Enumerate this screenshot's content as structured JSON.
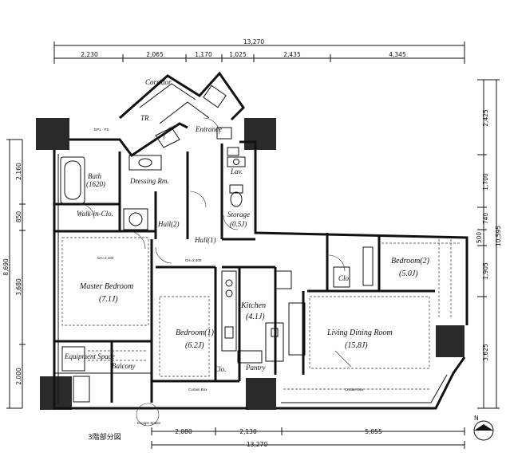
{
  "floor_caption": "3階部分図",
  "dimensions": {
    "top_total": "13,270",
    "top_segments": [
      "2,230",
      "2,065",
      "1,170",
      "1,025",
      "2,435",
      "4,345"
    ],
    "bottom_total": "13,270",
    "bottom_segments": [
      "2,080",
      "2,130",
      "5,855"
    ],
    "left_total": "8,690",
    "left_segments": [
      "2,160",
      "850",
      "3,680",
      "2,000"
    ],
    "right_total": "10,595",
    "right_segments": [
      "2,425",
      "1,700",
      "740",
      "500",
      "1,905",
      "3,625"
    ]
  },
  "rooms": {
    "corridor": "Corridor",
    "tr": "TR",
    "entrance": "Entrance",
    "ep": "EP1 · PS",
    "bath": "Bath",
    "bath_size": "(1620)",
    "dressing": "Dressing Rm.",
    "lav": "Lav.",
    "walkin": "Walk-in-Clo.",
    "hall2": "Hall(2)",
    "hall1": "Hall(1)",
    "storage": "Storage",
    "storage_size": "(0.5J)",
    "master": "Master Bedroom",
    "master_size": "(7.1J)",
    "kitchen": "Kitchen",
    "kitchen_size": "(4.1J)",
    "bedroom1": "Bedroom(1)",
    "bedroom1_size": "(6.2J)",
    "bedroom2": "Bedroom(2)",
    "bedroom2_size": "(5.0J)",
    "living": "Living Dining Room",
    "living_size": "(15.8J)",
    "equipment": "Equipment Space",
    "balcony": "Balcony",
    "pantry": "Pantry",
    "clo": "Clo.",
    "escape": "Escape Space",
    "curtain_box": "Curtain Box",
    "ch": "CH=2,100",
    "ch_low": "CH=2,400"
  },
  "compass": "N"
}
